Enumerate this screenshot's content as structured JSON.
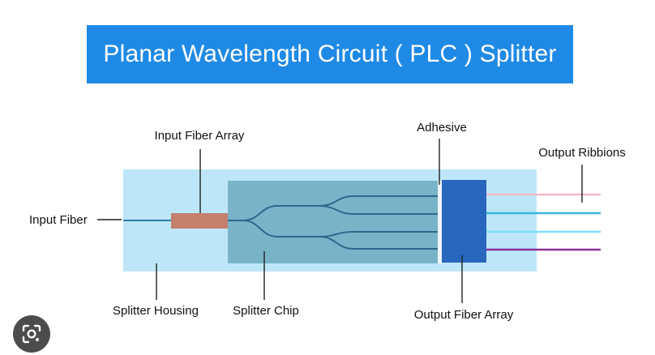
{
  "title": "Planar Wavelength Circuit ( PLC ) Splitter",
  "labels": {
    "input_fiber_array": "Input Fiber Array",
    "adhesive": "Adhesive",
    "output_ribbions": "Output Ribbions",
    "input_fiber": "Input Fiber",
    "splitter_housing": "Splitter Housing",
    "splitter_chip": "Splitter Chip",
    "output_fiber_array": "Output Fiber Array"
  },
  "colors": {
    "banner": "#1f8ae6",
    "housing": "#bde7f8",
    "chip": "#79b3c8",
    "input_fiber_array": "#c47f6d",
    "output_fiber_array": "#2867bd",
    "adhesive": "#eef4f8",
    "ribbon_1": "#f4b8c6",
    "ribbon_2": "#38b5df",
    "ribbon_3": "#7fe0f5",
    "ribbon_4": "#8a2f98"
  },
  "icons": {
    "lens": "google-lens-icon"
  }
}
